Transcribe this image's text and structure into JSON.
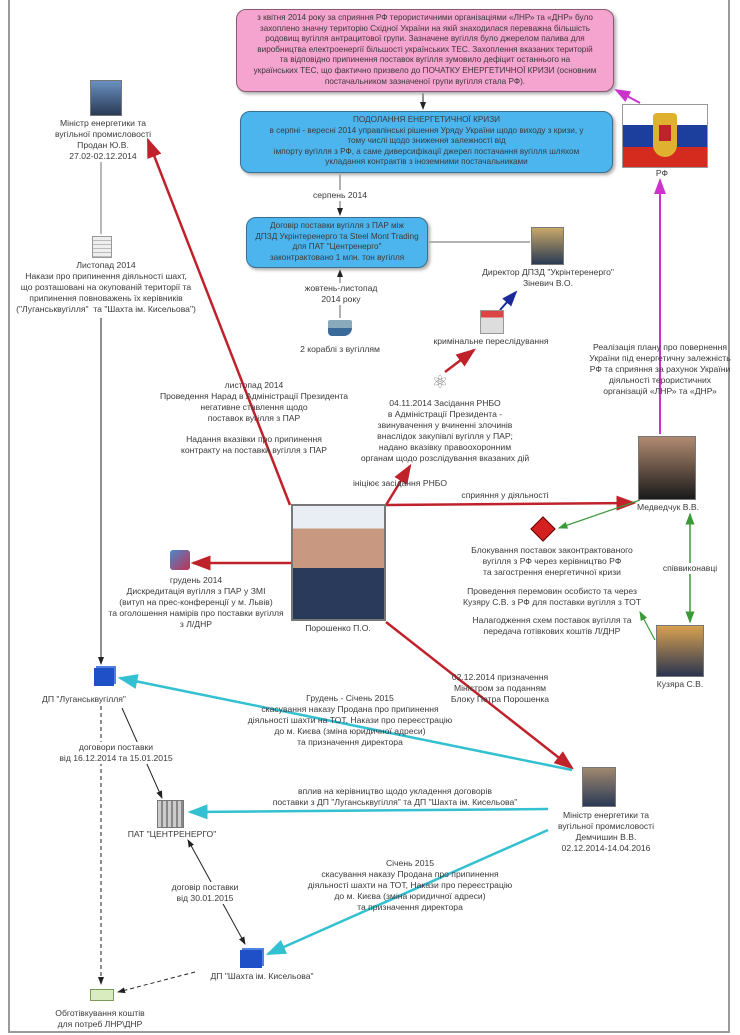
{
  "colors": {
    "pink_box": "#f5a3cf",
    "blue_box": "#4db5ee",
    "red_link": "#c0222b",
    "magenta_link": "#cc33cc",
    "green_link": "#3a9a3a",
    "cyan_link": "#33c0d0",
    "blue_link": "#1a2a9a"
  },
  "boxes": {
    "crisis_origin": "з квітня 2014 року за сприяння РФ терористичними організаціями «ЛНР» та «ДНР» було\nзахоплено значну територію Східної України на якій знаходилася переважна більшість\nродовищ вугілля антрацитової групи. Зазначене вугілля було джерелом палива для\nвиробництва електроенергії більшості українських ТЕС. Захоплення вказаних територій\nта відповідно припинення поставок вугілля зумовило дефіцит останнього на\nукраїнських ТЕС, що фактично призвело до ПОЧАТКУ ЕНЕРГЕТИЧНОЇ КРИЗИ (основним\nпостачальником зазначеної групи вугілля стала РФ).",
    "overcoming_crisis": "ПОДОЛАННЯ ЕНЕРГЕТИЧНОЇ КРИЗИ\nв серпні - вересні 2014 управлінські рішення Уряду України щодо виходу з кризи, у\nтому числі щодо зниження залежності від\nімпорту вугілля з РФ, а саме диверсифікації джерел постачання вугілля шляхом\nукладання контрактів з іноземними постачальниками",
    "contract": "Договір поставки вугілля з ПАР між\nДПЗД Укрінтеренерго та Steel Mont Trading\nдля ПАТ \"Центренерго\"\nзаконтрактовано 1 млн. тон вугілля"
  },
  "labels": {
    "august_2014": "серпень 2014",
    "oct_nov_2014": "жовтень-листопад\n2014 року",
    "ships": "2 кораблі з вугіллям",
    "rf": "РФ",
    "prodan": "Міністр енергетики та\nвугільної промисловості\nПродан Ю.В.\n27.02-02.12.2014",
    "prodan_orders": "Листопад 2014\nНакази про припинення діяльності шахт,\nщо розташовані на окупованій території та\nприпинення повноважень їх керівників\n(\"Луганськвугілля\"  та \"Шахта ім. Кисельова\")",
    "zinevych": "Директор ДПЗД \"Укрінтеренерго\"\nЗіневич В.О.",
    "criminal": "кримінальне переслідування",
    "nov_2014_meetings": "листопад 2014\nПроведення Нарад в Адміністрації Президента\nнегативне ставлення щодо\nпоставок вугілля з ПАР",
    "instruction": "Надання вказівки про припинення\nконтракту на поставки вугілля з ПАР",
    "rnbo": "04.11.2014 Засідання РНБО\nв Адміністрації Президента -\nзвинувачення у вчиненні злочинів\nвнаслідок закупівлі вугілля у ПАР;\nнадано вказівку правоохоронним\nорганам щодо розслідування вказаних дій",
    "initiates_rnbo": "ініціює засідання РНБО",
    "realization": "Реалізація плану про повернення\nУкраїни під енергетичну залежність\nРФ та сприяння за рахунок України\nдіяльності терористичних\nорганізацій «ЛНР» та «ДНР»",
    "medvedchuk": "Медведчук В.В.",
    "assistance": "сприяння у діяльності",
    "blocking": "Блокування поставок законтрактованого\nвугілля з РФ через керівництво РФ\nта загострення енергетичної кризи",
    "negotiations": "Проведення перемовин особисто та через\nКузяру С.В. з РФ для поставки вугілля з ТОТ",
    "schemes": "Налагодження схем поставок вугілля та\nпередача готівкових коштів Л/ДНР",
    "co_perpetrators": "співвиконавці",
    "kuzyara": "Кузяра С.В.",
    "poroshenko": "Порошенко П.О.",
    "discredit": "грудень 2014\nДискредитація вугілля з ПАР у ЗМІ\n(витуп на прес-конференції у м. Львів)\nта оголошення намірів про поставки вугілля\nз Л/ДНР",
    "dp_luhansk": "ДП \"Луганськвугілля\"",
    "appointment": "02.12.2014 призначення\nМіністром за поданням\nБлоку Петра Порошенка",
    "dec_jan_2015": "Грудень - Січень 2015\nскасування наказу Продана про припинення\nдіяльності шахти на ТОТ, Накази про переєстрацію\nдо м. Києва (зміна юридичної адреси)\nта призначення директора",
    "contracts_luhansk": "договори поставки\nвід 16.12.2014 та 15.01.2015",
    "demchyshyn": "Міністр енергетики та\nвугільної промисловості\nДемчишин В.В.\n02.12.2014-14.04.2016",
    "centrenergo": "ПАТ \"ЦЕНТРЕНЕРГО\"",
    "influence": "вплив на керівництво щодо укладення договорів\nпоставки з ДП \"Луганськвугілля\" та ДП \"Шахта ім. Кисельова\"",
    "jan_2015": "Січень 2015\nскасування наказу Продана про припинення\nдіяльності шахти на ТОТ, Накази про переєстрацію\nдо м. Києва (зміна юридичної адреси)\nта призначення директора",
    "contract_kiselyov": "договір поставки\nвід 30.01.2015",
    "dp_kiselyov": "ДП \"Шахта ім. Кисельова\"",
    "cash": "Обготівкування коштів\nдля потреб ЛНР\\ДНР"
  }
}
